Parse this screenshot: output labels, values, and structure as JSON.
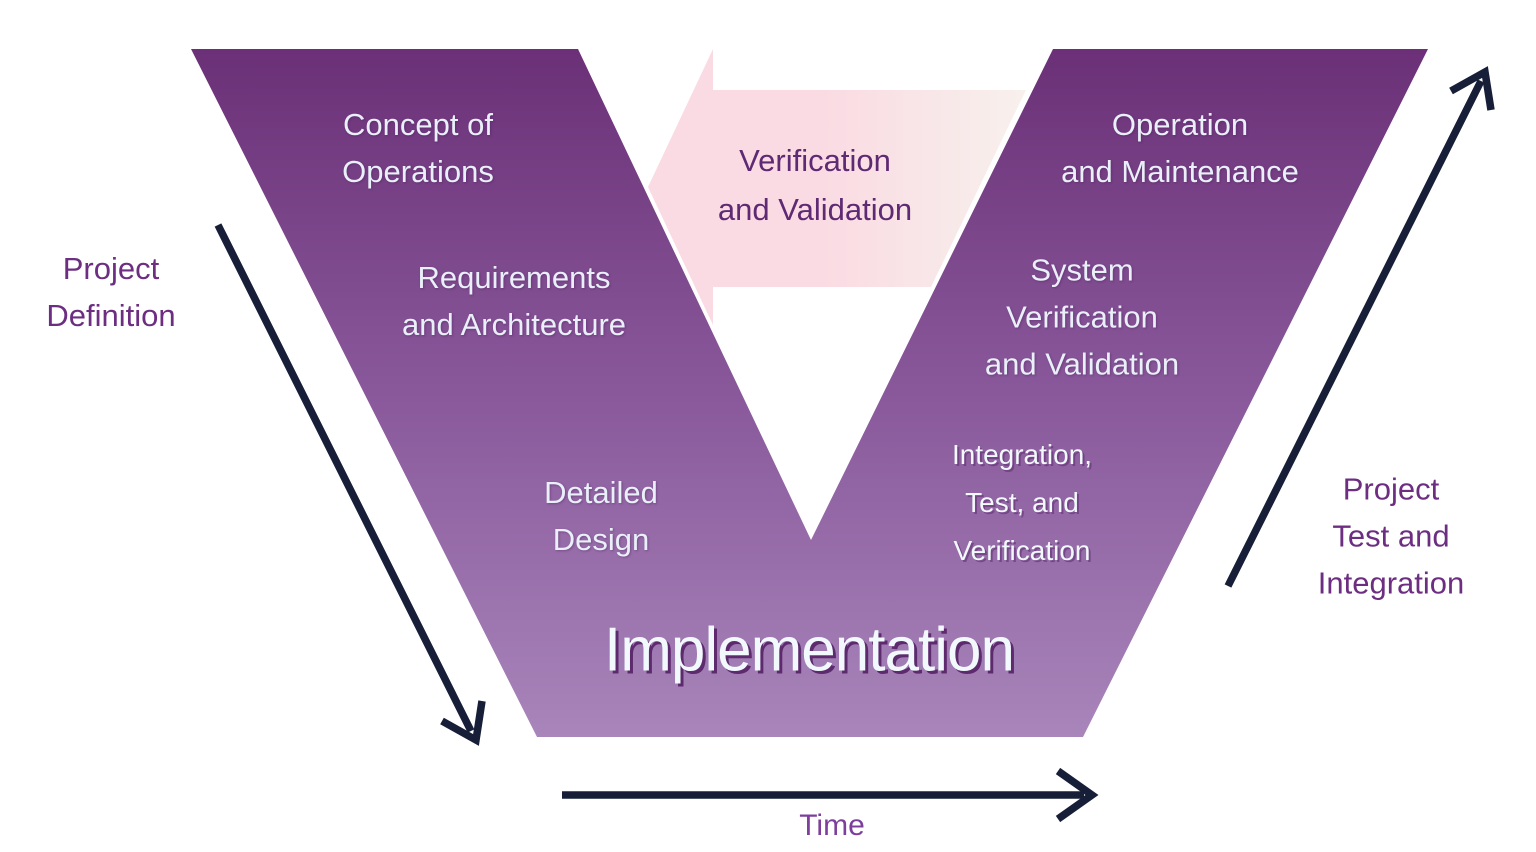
{
  "diagram": {
    "type": "v-model-lifecycle",
    "left_arm": {
      "stages": [
        {
          "label_lines": [
            "Concept of",
            "Operations"
          ]
        },
        {
          "label_lines": [
            "Requirements",
            "and Architecture"
          ]
        },
        {
          "label_lines": [
            "Detailed",
            "Design"
          ]
        }
      ]
    },
    "bottom_stage": {
      "label": "Implementation"
    },
    "right_arm": {
      "stages": [
        {
          "label_lines": [
            "Integration,",
            "Test, and",
            "Verification"
          ]
        },
        {
          "label_lines": [
            "System",
            "Verification",
            "and Validation"
          ]
        },
        {
          "label_lines": [
            "Operation",
            "and Maintenance"
          ]
        }
      ]
    },
    "center_arrow": {
      "direction": "left",
      "label_lines": [
        "Verification",
        "and Validation"
      ]
    },
    "side_arrows": {
      "left": {
        "direction": "down-right",
        "label_lines": [
          "Project",
          "Definition"
        ]
      },
      "right": {
        "direction": "up-right",
        "label_lines": [
          "Project",
          "Test and",
          "Integration"
        ]
      }
    },
    "time_axis": {
      "direction": "right",
      "label": "Time"
    }
  },
  "colors": {
    "background": "#ffffff",
    "v_gradient_top": "#6b3077",
    "v_gradient_mid": "#8a5a9c",
    "v_gradient_bottom": "#a885ba",
    "stage_text": "#e9f0f9",
    "highlight_text": "#f1f9fc",
    "text_shadow_purple": "#5d2a6e",
    "pink_arrow_head": "#fadbe3",
    "pink_arrow_tail": "#f7f2ed",
    "center_label_text": "#5e2a73",
    "side_label_text": "#6d2e82",
    "time_label_text": "#7d3f9b",
    "arrow_navy": "#171e38"
  }
}
